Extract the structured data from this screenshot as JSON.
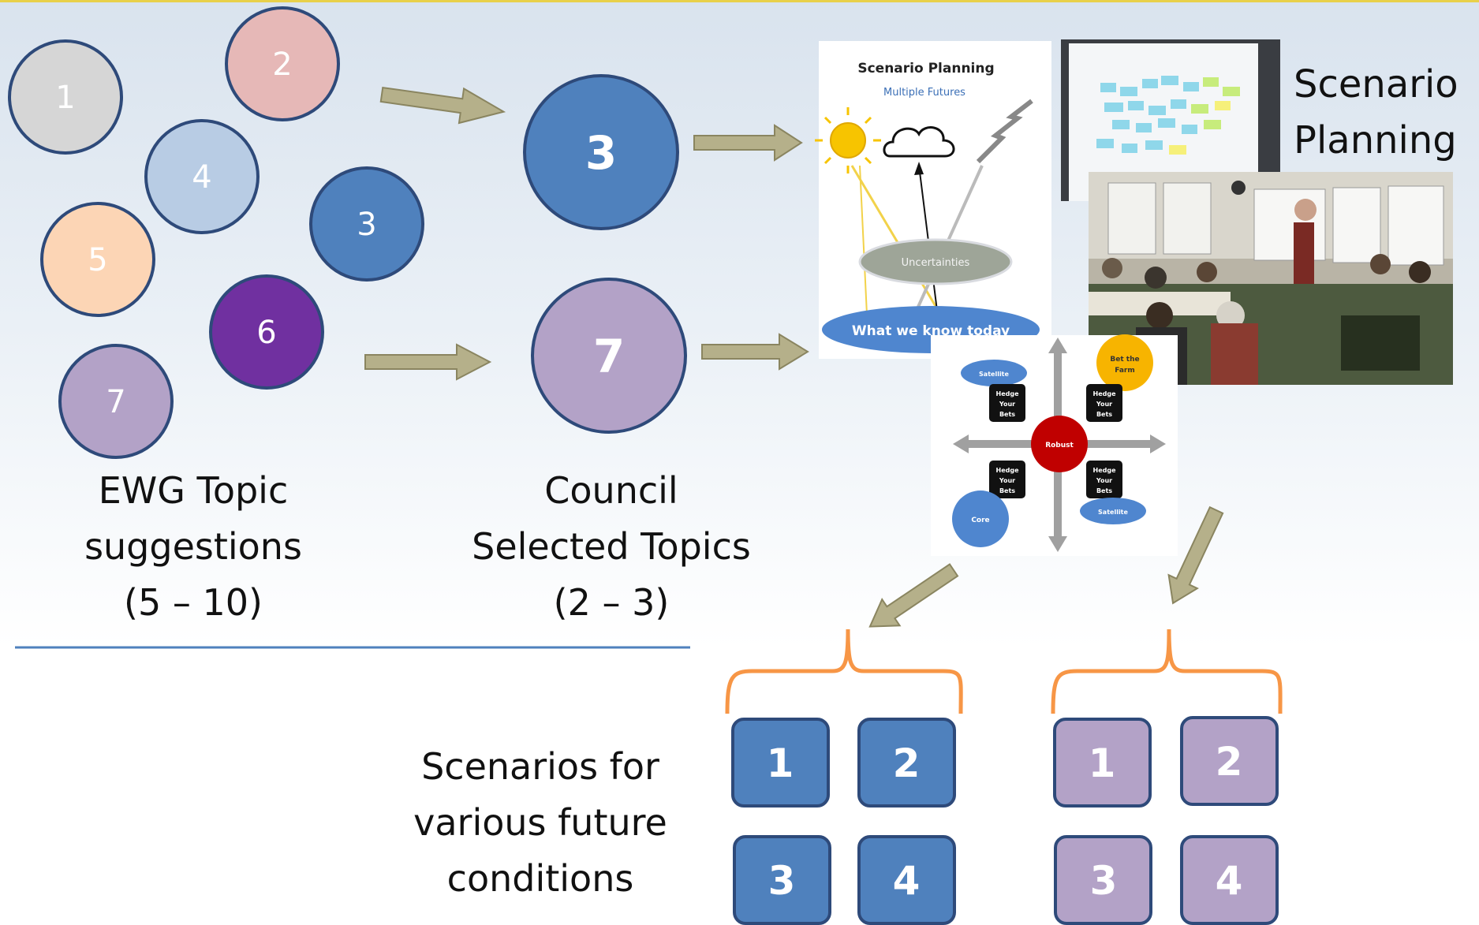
{
  "suggestion_bubbles": [
    {
      "label": "1",
      "color": "#d6d6d6"
    },
    {
      "label": "2",
      "color": "#e6b8b7"
    },
    {
      "label": "4",
      "color": "#b8cce4"
    },
    {
      "label": "3",
      "color": "#4f81bd"
    },
    {
      "label": "5",
      "color": "#fcd5b5"
    },
    {
      "label": "6",
      "color": "#7030a0"
    },
    {
      "label": "7",
      "color": "#b3a2c7"
    }
  ],
  "selected_bubbles": [
    {
      "label": "3",
      "color": "#4f81bd"
    },
    {
      "label": "7",
      "color": "#b3a2c7"
    }
  ],
  "captions": {
    "ewg": [
      "EWG Topic",
      "suggestions",
      "(5 – 10)"
    ],
    "council": [
      "Council",
      "Selected Topics",
      "(2 – 3)"
    ],
    "scenarios": [
      "Scenarios for",
      "various future",
      "conditions"
    ],
    "scenario_planning": [
      "Scenario",
      "Planning"
    ]
  },
  "graphic": {
    "title": "Scenario Planning",
    "subtitle": "Multiple Futures",
    "uncertainties": "Uncertainties",
    "today": "What we know today"
  },
  "quadrant": {
    "satellite": "Satellite",
    "bet_farm": [
      "Bet the",
      "Farm"
    ],
    "hedge": [
      "Hedge",
      "Your",
      "Bets"
    ],
    "robust": "Robust",
    "core": "Core"
  },
  "scenario_groups": [
    {
      "color": "#4f81bd",
      "items": [
        "1",
        "2",
        "3",
        "4"
      ]
    },
    {
      "color": "#b3a2c7",
      "items": [
        "1",
        "2",
        "3",
        "4"
      ]
    }
  ],
  "colors": {
    "arrow": "#b5b08a",
    "arrow_stroke": "#8a8560",
    "brace": "#f79646",
    "divider": "#4f81bd",
    "bubble_stroke": "#2e4a7a"
  }
}
